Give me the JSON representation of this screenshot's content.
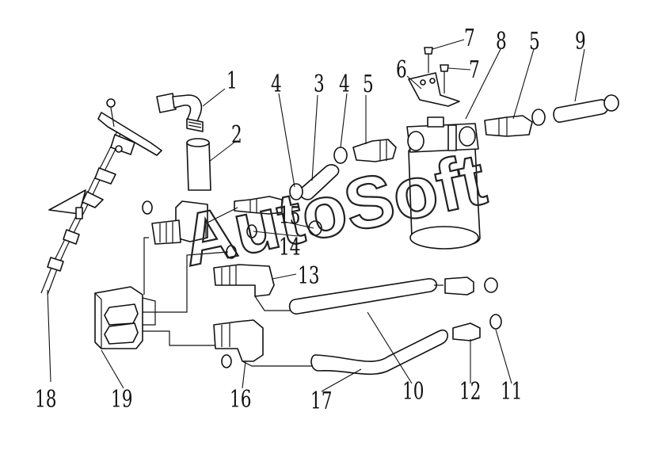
{
  "watermark": "AutoSoft",
  "callouts": [
    {
      "id": "c1",
      "label": "1"
    },
    {
      "id": "c2",
      "label": "2"
    },
    {
      "id": "c3",
      "label": "3"
    },
    {
      "id": "c4a",
      "label": "4"
    },
    {
      "id": "c4b",
      "label": "4"
    },
    {
      "id": "c5a",
      "label": "5"
    },
    {
      "id": "c6",
      "label": "6"
    },
    {
      "id": "c7a",
      "label": "7"
    },
    {
      "id": "c7b",
      "label": "7"
    },
    {
      "id": "c8",
      "label": "8"
    },
    {
      "id": "c5b",
      "label": "5"
    },
    {
      "id": "c9",
      "label": "9"
    },
    {
      "id": "c15",
      "label": "15"
    },
    {
      "id": "c14",
      "label": "14"
    },
    {
      "id": "c13",
      "label": "13"
    },
    {
      "id": "c18",
      "label": "18"
    },
    {
      "id": "c19",
      "label": "19"
    },
    {
      "id": "c16",
      "label": "16"
    },
    {
      "id": "c17",
      "label": "17"
    },
    {
      "id": "c10",
      "label": "10"
    },
    {
      "id": "c12",
      "label": "12"
    },
    {
      "id": "c11",
      "label": "11"
    }
  ]
}
